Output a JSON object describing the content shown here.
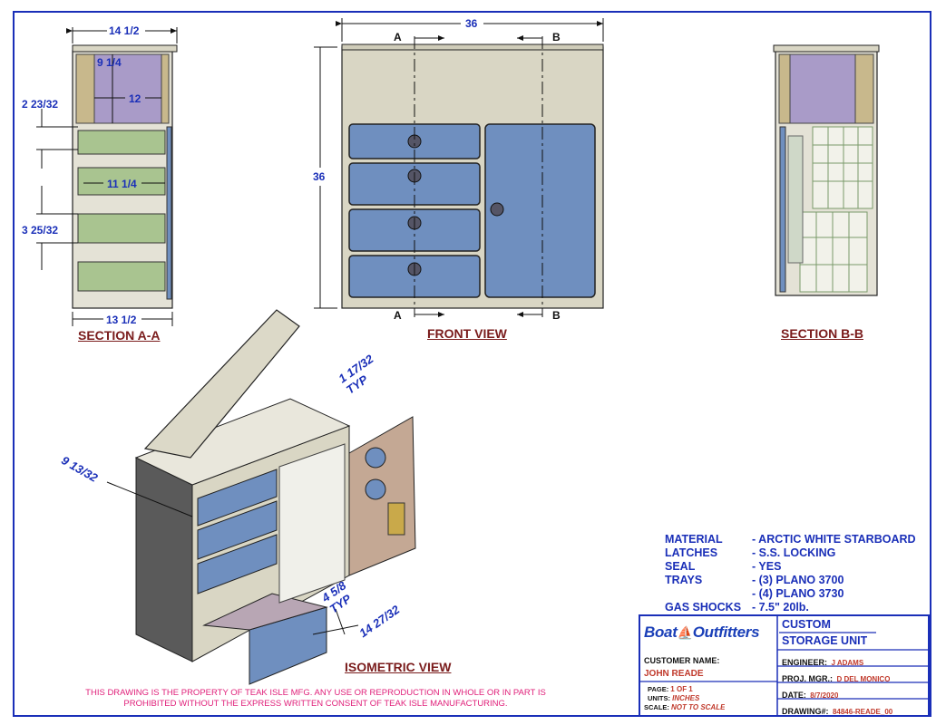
{
  "dimensions": {
    "a_width": "14 1/2",
    "a_inner_height": "9 1/4",
    "a_inner_width": "12",
    "a_left_top": "2 23/32",
    "a_tray_width": "11 1/4",
    "a_left_bottom": "3 25/32",
    "a_depth": "13 1/2",
    "front_width": "36",
    "front_height": "36",
    "iso_lid": "1 17/32",
    "iso_lid_sub": "TYP",
    "iso_depth": "9 13/32",
    "iso_drawer": "4 5/8",
    "iso_drawer_sub": "TYP",
    "iso_drawer_width": "14 27/32"
  },
  "section_letters": {
    "a": "A",
    "b": "B"
  },
  "titles": {
    "section_a": "SECTION A-A",
    "front": "FRONT VIEW",
    "section_b": "SECTION B-B",
    "isometric": "ISOMETRIC VIEW"
  },
  "notes": [
    {
      "label": "MATERIAL",
      "value": "- ARCTIC WHITE STARBOARD"
    },
    {
      "label": "LATCHES",
      "value": "- S.S. LOCKING"
    },
    {
      "label": "SEAL",
      "value": "- YES"
    },
    {
      "label": "TRAYS",
      "value": "- (3) PLANO 3700"
    },
    {
      "label": "",
      "value": "- (4) PLANO 3730"
    },
    {
      "label": "GAS SHOCKS",
      "value": "- 7.5\" 20lb."
    }
  ],
  "notice": "THIS DRAWING IS THE PROPERTY OF TEAK ISLE MFG.  ANY USE OR REPRODUCTION IN WHOLE OR IN PART IS PROHIBITED WITHOUT THE EXPRESS WRITTEN CONSENT OF TEAK ISLE MANUFACTURING.",
  "title_block": {
    "logo_left": "Boat",
    "logo_right": "Outfitters",
    "project_line1": "CUSTOM",
    "project_line2": "STORAGE UNIT",
    "customer_label": "CUSTOMER NAME:",
    "customer_name": "JOHN READE",
    "engineer_label": "ENGINEER:",
    "engineer": "J ADAMS",
    "pm_label": "PROJ. MGR.:",
    "pm": "D DEL MONICO",
    "date_label": "DATE:",
    "date": "8/7/2020",
    "page_label": "PAGE:",
    "page": "1 OF 1",
    "units_label": "UNITS:",
    "units": "INCHES",
    "scale_label": "SCALE:",
    "scale": "NOT TO SCALE",
    "drawing_label": "DRAWING#:",
    "drawing": "84846-READE_00"
  },
  "colors": {
    "border": "#1a2fb8",
    "panel": "#d9d6c4",
    "drawer": "#6f8fbf",
    "title": "#7a1c1c",
    "notice": "#e0207a"
  }
}
